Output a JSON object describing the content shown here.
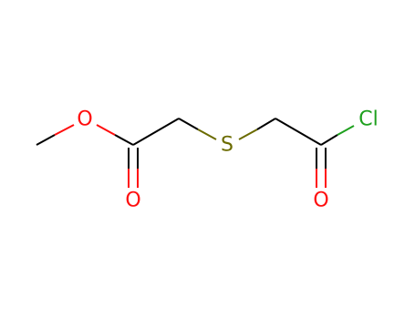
{
  "molecule": {
    "atoms": [
      {
        "id": "o_ester",
        "symbol": "O",
        "color": "#ff0d0d"
      },
      {
        "id": "s_thioether",
        "symbol": "S",
        "color": "#6b6b00"
      },
      {
        "id": "cl",
        "symbol": "Cl",
        "color": "#1ea01e"
      },
      {
        "id": "o_carbonyl_left",
        "symbol": "O",
        "color": "#ff0d0d"
      },
      {
        "id": "o_carbonyl_right",
        "symbol": "O",
        "color": "#ff0d0d"
      }
    ],
    "bond_color": "#000000"
  }
}
